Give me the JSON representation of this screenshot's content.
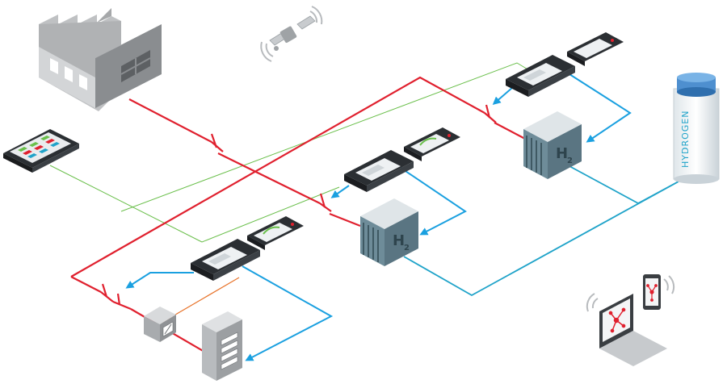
{
  "tank": {
    "label": "HYDROGEN"
  },
  "fuel_cells": [
    {
      "label": "H",
      "subscript": "2"
    },
    {
      "label": "H",
      "subscript": "2"
    }
  ],
  "colors": {
    "power_line": "#e0202e",
    "hydrogen_line": "#1fa3c9",
    "flow_arrow": "#1aa0e0",
    "comm_line": "#6abf4b",
    "aux_line": "#e8732a",
    "stack_fill": "#5f7f8c",
    "device_dark": "#2b2f33",
    "building_grey": "#8a8d90"
  }
}
